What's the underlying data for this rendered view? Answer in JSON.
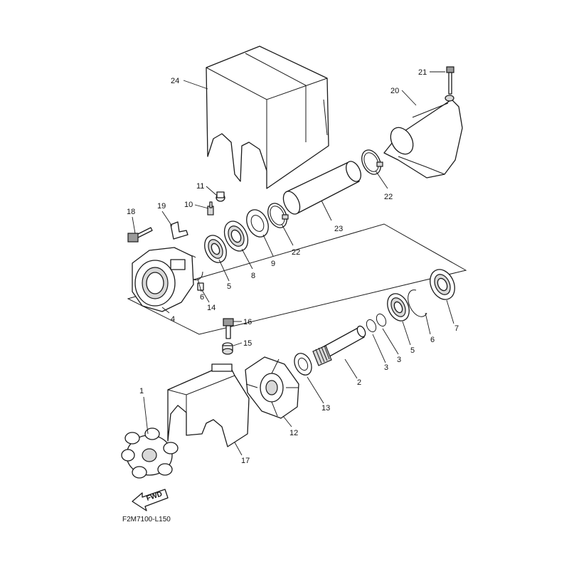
{
  "diagram_code": "F2M7100-L150",
  "fwd_arrow_label": "FWD",
  "callouts": [
    {
      "id": "24",
      "text": "24"
    },
    {
      "id": "21",
      "text": "21"
    },
    {
      "id": "20",
      "text": "20"
    },
    {
      "id": "11",
      "text": "11"
    },
    {
      "id": "10",
      "text": "10"
    },
    {
      "id": "18",
      "text": "18"
    },
    {
      "id": "19",
      "text": "19"
    },
    {
      "id": "22a",
      "text": "22"
    },
    {
      "id": "23",
      "text": "23"
    },
    {
      "id": "22b",
      "text": "22"
    },
    {
      "id": "9",
      "text": "9"
    },
    {
      "id": "8",
      "text": "8"
    },
    {
      "id": "5a",
      "text": "5"
    },
    {
      "id": "6a",
      "text": "6"
    },
    {
      "id": "14",
      "text": "14"
    },
    {
      "id": "4",
      "text": "4"
    },
    {
      "id": "16",
      "text": "16"
    },
    {
      "id": "15",
      "text": "15"
    },
    {
      "id": "7",
      "text": "7"
    },
    {
      "id": "6b",
      "text": "6"
    },
    {
      "id": "5b",
      "text": "5"
    },
    {
      "id": "3a",
      "text": "3"
    },
    {
      "id": "3b",
      "text": "3"
    },
    {
      "id": "2",
      "text": "2"
    },
    {
      "id": "13",
      "text": "13"
    },
    {
      "id": "12",
      "text": "12"
    },
    {
      "id": "1",
      "text": "1"
    },
    {
      "id": "17",
      "text": "17"
    }
  ]
}
